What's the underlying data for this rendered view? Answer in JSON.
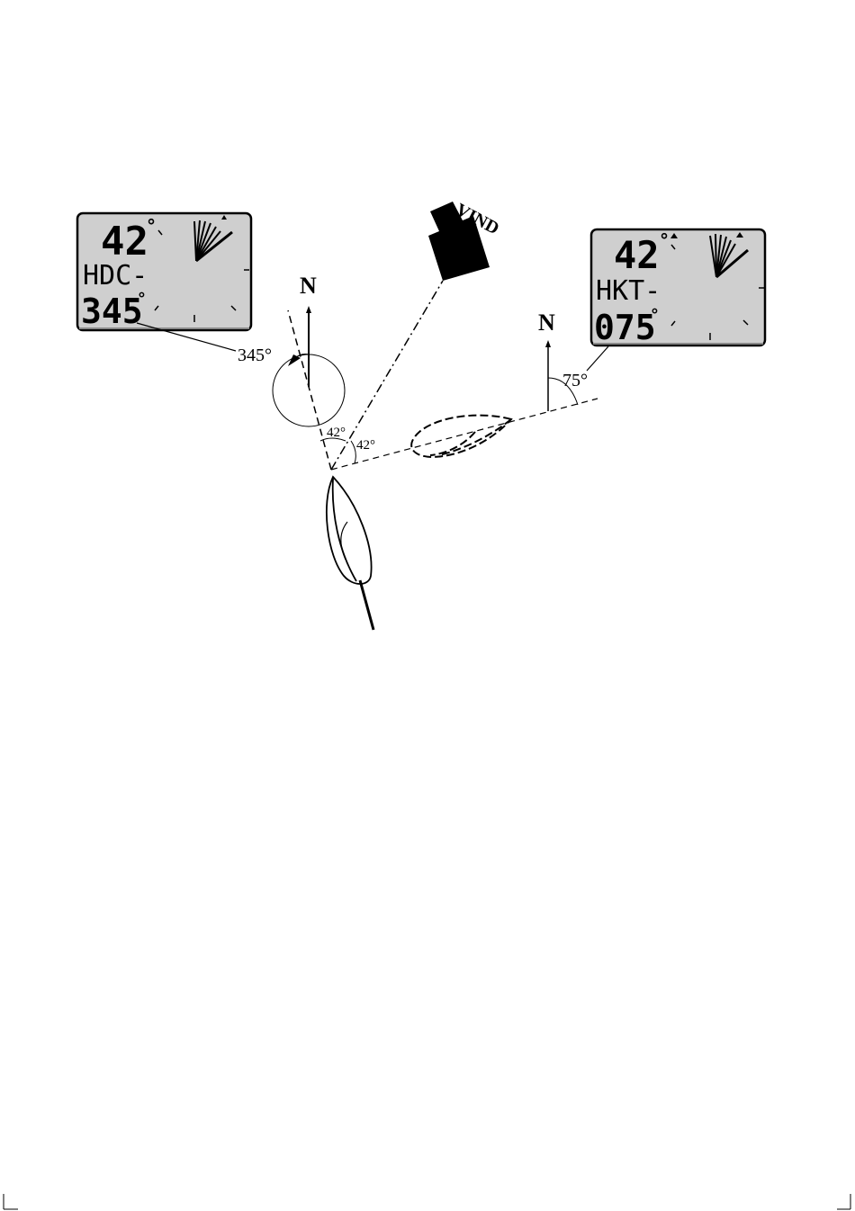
{
  "display_left": {
    "wind_angle": "42",
    "degree_symbol": "°",
    "mode_label": "HDC-",
    "heading_value": "345"
  },
  "display_right": {
    "wind_angle": "42",
    "degree_symbol": "°",
    "mode_label": "HKT-",
    "heading_value": "075"
  },
  "labels": {
    "north_left": "N",
    "north_right": "N",
    "wind": "VIND",
    "heading_left": "345°",
    "heading_right": "75°",
    "angle_a": "42°",
    "angle_b": "42°"
  },
  "colors": {
    "lcd_background": "#cfcfcf",
    "ink": "#000000"
  }
}
